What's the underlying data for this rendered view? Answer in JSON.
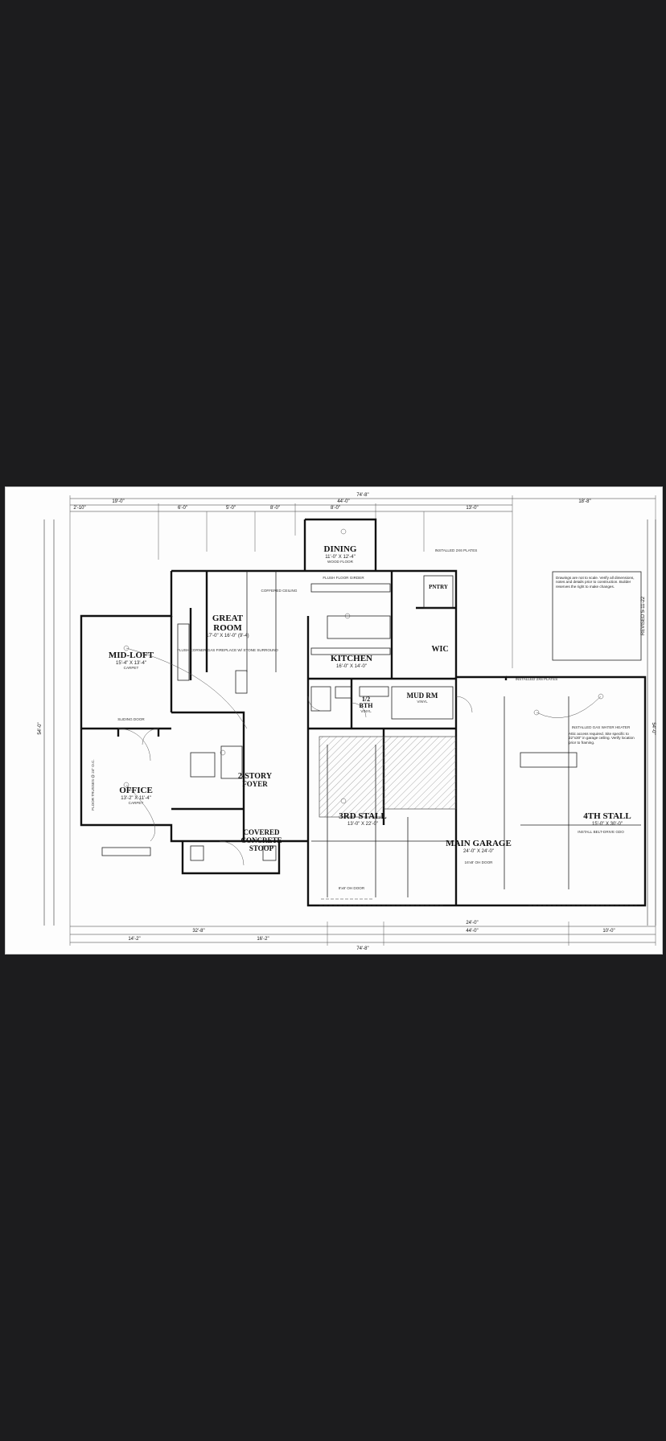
{
  "rooms": {
    "dining": {
      "name": "DINING",
      "size": "11'-0\" X 12'-4\"",
      "finish": "WOOD FLOOR"
    },
    "great": {
      "name": "GREAT",
      "name2": "ROOM",
      "size": "17'-0\" X 16'-0\" (9'-4)"
    },
    "midloft": {
      "name": "MID-LOFT",
      "size": "15'-4\" X 13'-4\"",
      "finish": "CARPET"
    },
    "kitchen": {
      "name": "KITCHEN",
      "size": "16'-0\" X 14'-0\""
    },
    "wic": {
      "name": "WIC"
    },
    "pantry": {
      "name": "PNTRY"
    },
    "mudrm": {
      "name": "MUD RM",
      "finish": "VINYL"
    },
    "bath": {
      "name": "1/2",
      "name2": "BTH",
      "finish": "VINYL"
    },
    "office": {
      "name": "OFFICE",
      "size": "13'-2\" X 11'-4\"",
      "finish": "CARPET"
    },
    "foyer": {
      "name": "2-STORY",
      "name2": "FOYER"
    },
    "stoop": {
      "name": "COVERED",
      "name2": "CONCRETE",
      "name3": "STOOP"
    },
    "stall3": {
      "name": "3RD STALL",
      "size": "13'-0\" X 22'-0\""
    },
    "stall4": {
      "name": "4TH STALL",
      "size": "15'-0\" X 30'-0\""
    },
    "garage": {
      "name": "MAIN GARAGE",
      "size": "24'-0\" X 24'-0\""
    }
  },
  "dimensions": {
    "top_overall": "74'-8\"",
    "top_main": "44'-0\"",
    "top_right": "18'-8\"",
    "top_left1": "19'-0\"",
    "top_left2": "2'-10\"",
    "top_seg1": "6'-0\"",
    "top_seg2": "5'-0\"",
    "top_seg3": "8'-0\"",
    "top_seg4": "8'-0\"",
    "top_seg5": "13'-0\"",
    "left_overall": "54'-0\"",
    "right_overall": "54'-0\"",
    "bot_overall": "74'-8\"",
    "bot_left": "14'-2\"",
    "bot_seg": "32'-8\"",
    "bot_mid": "16'-2\"",
    "bot_right1": "24'-0\"",
    "bot_right2": "44'-0\"",
    "bot_far": "10'-0\""
  },
  "labels": {
    "flush_floor": "FLUSH FLOOR GIRDER",
    "fireplace": "FLUSH CORNER GAS FIREPLACE W/ STONE SURROUND",
    "ceiling_note": "COFFERED CEILING",
    "garage_door1": "16'x8' OH DOOR",
    "garage_door2": "9'x8' OH DOOR",
    "sliding": "SLIDING DOOR",
    "trusses": "FLOOR TRUSSES @ 24\" O.C.",
    "plates": "INSTALLED 2X6 PLATES",
    "revised": "REVISED 5-11-22",
    "water_heater": "INSTALLED GAS WATER HEATER",
    "garage_note": "INSTALL BELT-DRIVE GDO"
  },
  "notes": {
    "corner_note": "Drawings are not to scale. Verify all dimensions, notes and details prior to construction. Builder reserves the right to make changes.",
    "garage_note2": "Attic access required. Site specific to 22\"x30\" in garage ceiling. Verify location prior to framing."
  }
}
